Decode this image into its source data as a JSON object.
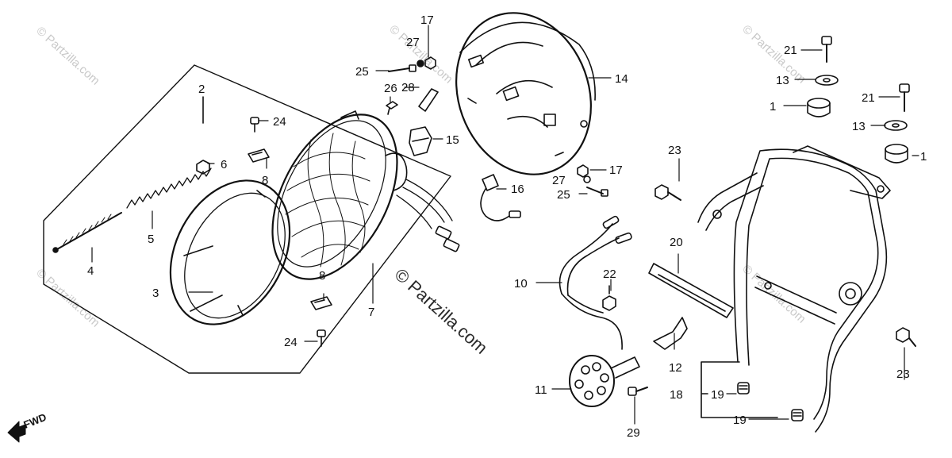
{
  "watermark": {
    "text": "© Partzilla.com",
    "center_text": "© Partzilla.com"
  },
  "direction_marker": {
    "label": "FWD",
    "icon": "arrow-left-icon"
  },
  "callouts": {
    "c1a": "1",
    "c1b": "1",
    "c2": "2",
    "c3": "3",
    "c4": "4",
    "c5": "5",
    "c6": "6",
    "c7": "7",
    "c8a": "8",
    "c8b": "8",
    "c10": "10",
    "c11": "11",
    "c12": "12",
    "c13a": "13",
    "c13b": "13",
    "c14": "14",
    "c15": "15",
    "c16": "16",
    "c17a": "17",
    "c17b": "17",
    "c18": "18",
    "c19a": "19",
    "c19b": "19",
    "c20": "20",
    "c21a": "21",
    "c21b": "21",
    "c22": "22",
    "c23a": "23",
    "c23b": "23",
    "c24a": "24",
    "c24b": "24",
    "c25a": "25",
    "c25b": "25",
    "c26": "26",
    "c27a": "27",
    "c27b": "27",
    "c28": "28",
    "c29": "29"
  },
  "colors": {
    "line": "#111111",
    "watermark": "#c9c9c9",
    "background": "#ffffff"
  }
}
